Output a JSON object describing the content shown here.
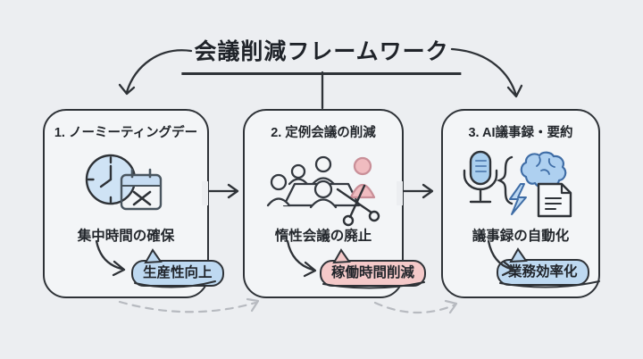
{
  "title": "会議削減フレームワーク",
  "steps": [
    {
      "heading": "1. ノーミーティングデー",
      "icon": "clock-calendar-icon",
      "caption": "集中時間の確保",
      "benefit": "生産性向上",
      "benefit_color": "#bed9f1"
    },
    {
      "heading": "2. 定例会議の削減",
      "icon": "meeting-scissors-icon",
      "caption": "惰性会議の廃止",
      "benefit": "稼働時間削減",
      "benefit_color": "#f4c9c9"
    },
    {
      "heading": "3. AI議事録・要約",
      "icon": "mic-brain-notes-icon",
      "caption": "議事録の自動化",
      "benefit": "業務効率化",
      "benefit_color": "#bed9f1"
    }
  ],
  "colors": {
    "background": "#eceef1",
    "box_fill": "#f3f5f7",
    "ink": "#2e3237",
    "accent_blue_fill": "#bed9f1",
    "accent_blue_icon": "#aacfee",
    "accent_blue_outline": "#3f6da6",
    "accent_pink_fill": "#f4c9c9",
    "accent_pink_person": "#f0bcc0",
    "muted_dashed_arrow": "#b7bac0"
  }
}
